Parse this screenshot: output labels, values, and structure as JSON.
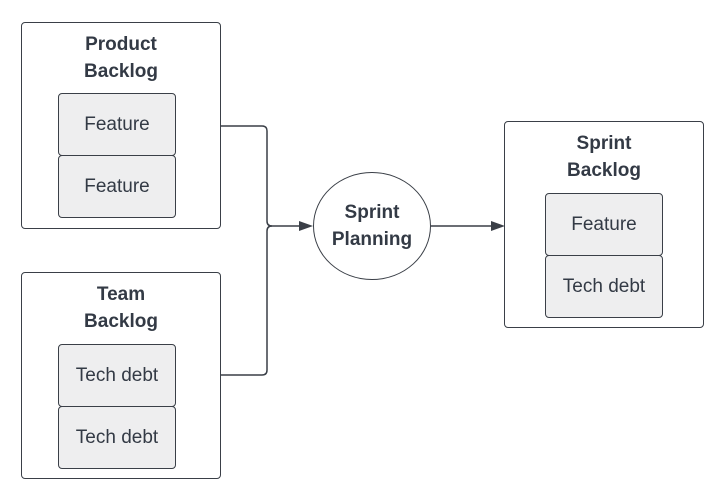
{
  "product_backlog": {
    "title_line1": "Product",
    "title_line2": "Backlog",
    "items": [
      "Feature",
      "Feature"
    ]
  },
  "team_backlog": {
    "title_line1": "Team",
    "title_line2": "Backlog",
    "items": [
      "Tech debt",
      "Tech debt"
    ]
  },
  "sprint_planning": {
    "line1": "Sprint",
    "line2": "Planning"
  },
  "sprint_backlog": {
    "title_line1": "Sprint",
    "title_line2": "Backlog",
    "items": [
      "Feature",
      "Tech debt"
    ]
  },
  "colors": {
    "stroke": "#3a3f47",
    "item_fill": "#eeeeef",
    "text": "#333a45"
  }
}
